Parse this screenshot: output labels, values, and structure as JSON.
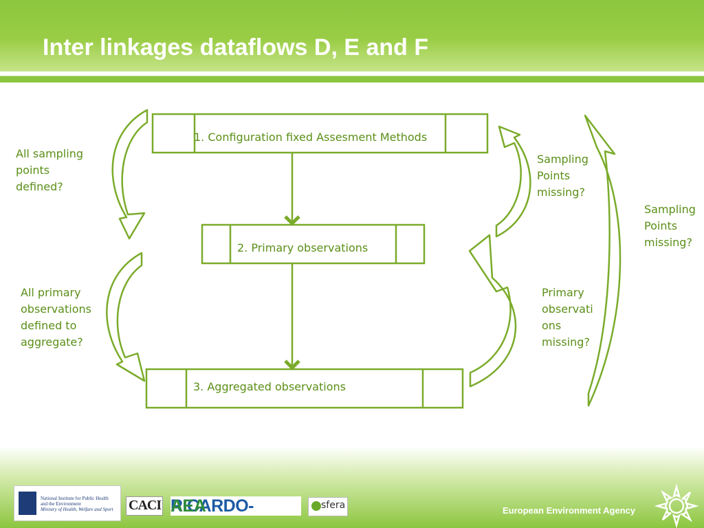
{
  "slide": {
    "title": "Inter linkages dataflows D, E and F"
  },
  "boxes": [
    {
      "label": "1. Configuration fixed Assesment Methods"
    },
    {
      "label": "2. Primary observations"
    },
    {
      "label": "3. Aggregated observations"
    }
  ],
  "side_labels": {
    "left_top": [
      "All sampling",
      "points",
      "defined?"
    ],
    "left_bottom": [
      "All primary",
      "observations",
      "defined to",
      "aggregate?"
    ],
    "right_top": [
      "Sampling",
      "Points",
      "missing?"
    ],
    "right_middle": [
      "Primary",
      "observati",
      "ons",
      "missing?"
    ],
    "far_right": [
      "Sampling",
      "Points",
      "missing?"
    ]
  },
  "footer": {
    "logos": {
      "rivm_line1": "National Institute for Public Health",
      "rivm_line2": "and the Environment",
      "rivm_line3": "Ministry of Health, Welfare and Sport",
      "caci": "CACI",
      "ricardo": "RICARDO-",
      "aea": "AEA",
      "sfera": "sfera"
    },
    "agency": "European Environment Agency"
  },
  "colors": {
    "brand_green": "#8cc63f",
    "line_green": "#7aab2a",
    "text_green": "#5b8f18"
  }
}
